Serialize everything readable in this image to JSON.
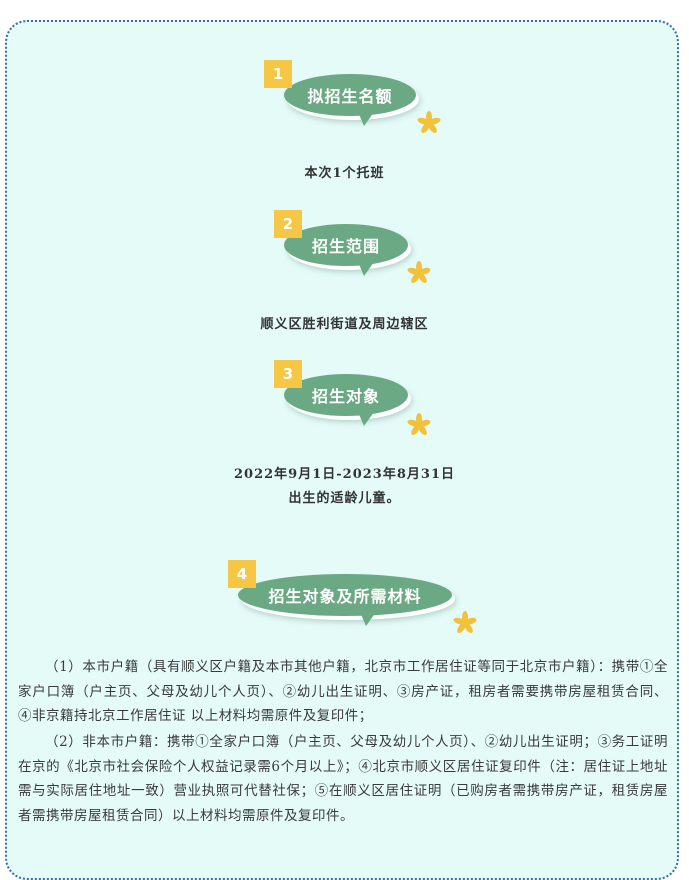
{
  "sections": [
    {
      "number": "1",
      "title": "拟招生名额",
      "icon": "flower-icon"
    },
    {
      "number": "2",
      "title": "招生范围",
      "icon": "flower-icon"
    },
    {
      "number": "3",
      "title": "招生对象",
      "icon": "flower-icon"
    },
    {
      "number": "4",
      "title": "招生对象及所需材料",
      "icon": "flower-icon"
    }
  ],
  "quota_text": "本次1个托班",
  "scope_text": "顺义区胜利街道及周边辖区",
  "target_line1": "2022年9月1日-2023年8月31日",
  "target_line2": "出生的适龄儿童。",
  "materials": {
    "para1": "（1）本市户籍（具有顺义区户籍及本市其他户籍，北京市工作居住证等同于北京市户籍）：携带①全家户口簿（户主页、父母及幼儿个人页）、②幼儿出生证明、③房产证，租房者需要携带房屋租赁合同、④非京籍持北京工作居住证 以上材料均需原件及复印件；",
    "para2": "（2）非本市户籍：携带①全家户口簿（户主页、父母及幼儿个人页）、②幼儿出生证明；③务工证明在京的《北京市社会保险个人权益记录需6个月以上》；④北京市顺义区居住证复印件（注：居住证上地址需与实际居住地址一致）营业执照可代替社保；⑤在顺义区居住证明（已购房者需携带房产证，租赁房屋者需携带房屋租赁合同）以上材料均需原件及复印件。"
  },
  "colors": {
    "bubble": "#6aa983",
    "badge": "#f6c744",
    "background": "#e4fbf8",
    "border": "#3d6aa8"
  }
}
